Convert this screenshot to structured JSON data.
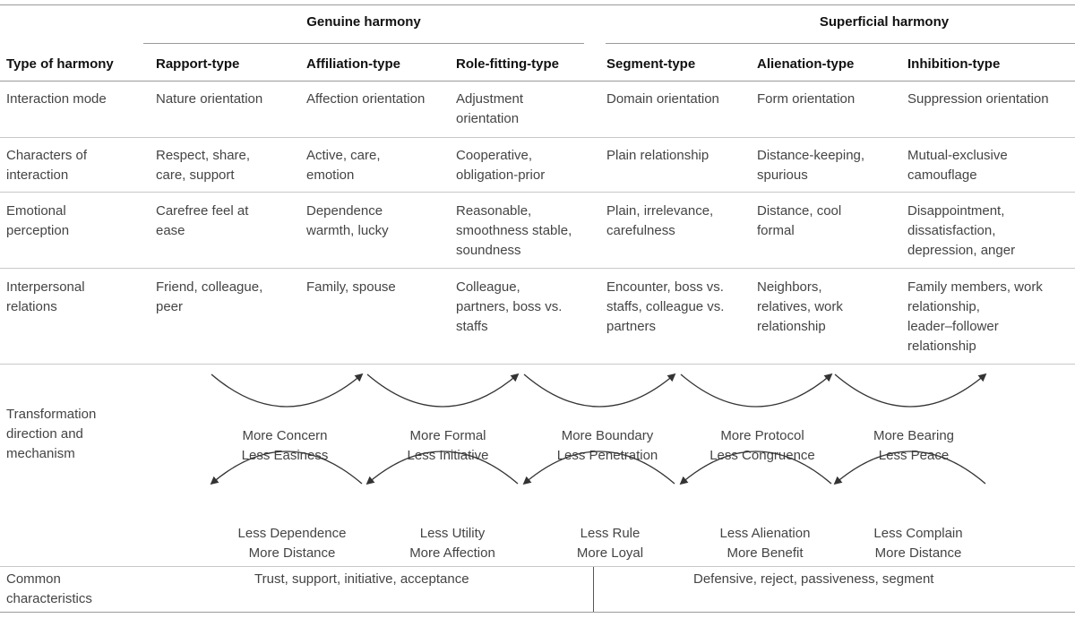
{
  "groups": {
    "genuine": "Genuine harmony",
    "superficial": "Superficial harmony"
  },
  "columns": [
    "Type of harmony",
    "Rapport-type",
    "Affiliation-type",
    "Role-fitting-type",
    "Segment-type",
    "Alienation-type",
    "Inhibition-type"
  ],
  "rows": [
    {
      "label": [
        "Interaction mode"
      ],
      "cells": [
        [
          "Nature orientation"
        ],
        [
          "Affection orientation"
        ],
        [
          "Adjustment",
          "orientation"
        ],
        [
          "Domain orientation"
        ],
        [
          "Form orientation"
        ],
        [
          "Suppression orientation"
        ]
      ]
    },
    {
      "label": [
        "Characters of",
        "interaction"
      ],
      "cells": [
        [
          "Respect, share,",
          "care, support"
        ],
        [
          "Active, care,",
          "emotion"
        ],
        [
          "Cooperative,",
          "obligation-prior"
        ],
        [
          "Plain relationship"
        ],
        [
          "Distance-keeping,",
          "spurious"
        ],
        [
          "Mutual-exclusive",
          "camouflage"
        ]
      ]
    },
    {
      "label": [
        "Emotional",
        "perception"
      ],
      "cells": [
        [
          "Carefree feel at",
          "ease"
        ],
        [
          "Dependence",
          "warmth, lucky"
        ],
        [
          "Reasonable,",
          "smoothness stable,",
          "soundness"
        ],
        [
          "Plain, irrelevance,",
          "carefulness"
        ],
        [
          "Distance, cool",
          "formal"
        ],
        [
          "Disappointment,",
          "dissatisfaction,",
          "depression, anger"
        ]
      ]
    },
    {
      "label": [
        "Interpersonal",
        "relations"
      ],
      "cells": [
        [
          "Friend, colleague,",
          "peer"
        ],
        [
          "Family, spouse"
        ],
        [
          "Colleague,",
          "partners, boss vs.",
          "staffs"
        ],
        [
          "Encounter, boss vs.",
          "staffs, colleague vs.",
          "partners"
        ],
        [
          "Neighbors,",
          "relatives, work",
          "relationship"
        ],
        [
          "Family members, work",
          "relationship,",
          "leader–follower",
          "relationship"
        ]
      ]
    }
  ],
  "transformation": {
    "label": [
      "Transformation",
      "direction and",
      "mechanism"
    ],
    "forward": [
      [
        "More Concern",
        "Less Easiness"
      ],
      [
        "More Formal",
        "Less Initiative"
      ],
      [
        "More Boundary",
        "Less Penetration"
      ],
      [
        "More Protocol",
        "Less Congruence"
      ],
      [
        "More Bearing",
        "Less Peace"
      ]
    ],
    "backward": [
      [
        "Less Dependence",
        "More Distance"
      ],
      [
        "Less Utility",
        "More Affection"
      ],
      [
        "Less Rule",
        "More Loyal"
      ],
      [
        "Less Alienation",
        "More Benefit"
      ],
      [
        "Less Complain",
        "More Distance"
      ]
    ]
  },
  "common": {
    "label": [
      "Common",
      "characteristics"
    ],
    "genuine": "Trust, support, initiative, acceptance",
    "superficial": "Defensive, reject, passiveness, segment"
  },
  "colors": {
    "rule": "#c8c8c8",
    "arrow": "#333333",
    "text": "#444444",
    "header": "#111111"
  }
}
